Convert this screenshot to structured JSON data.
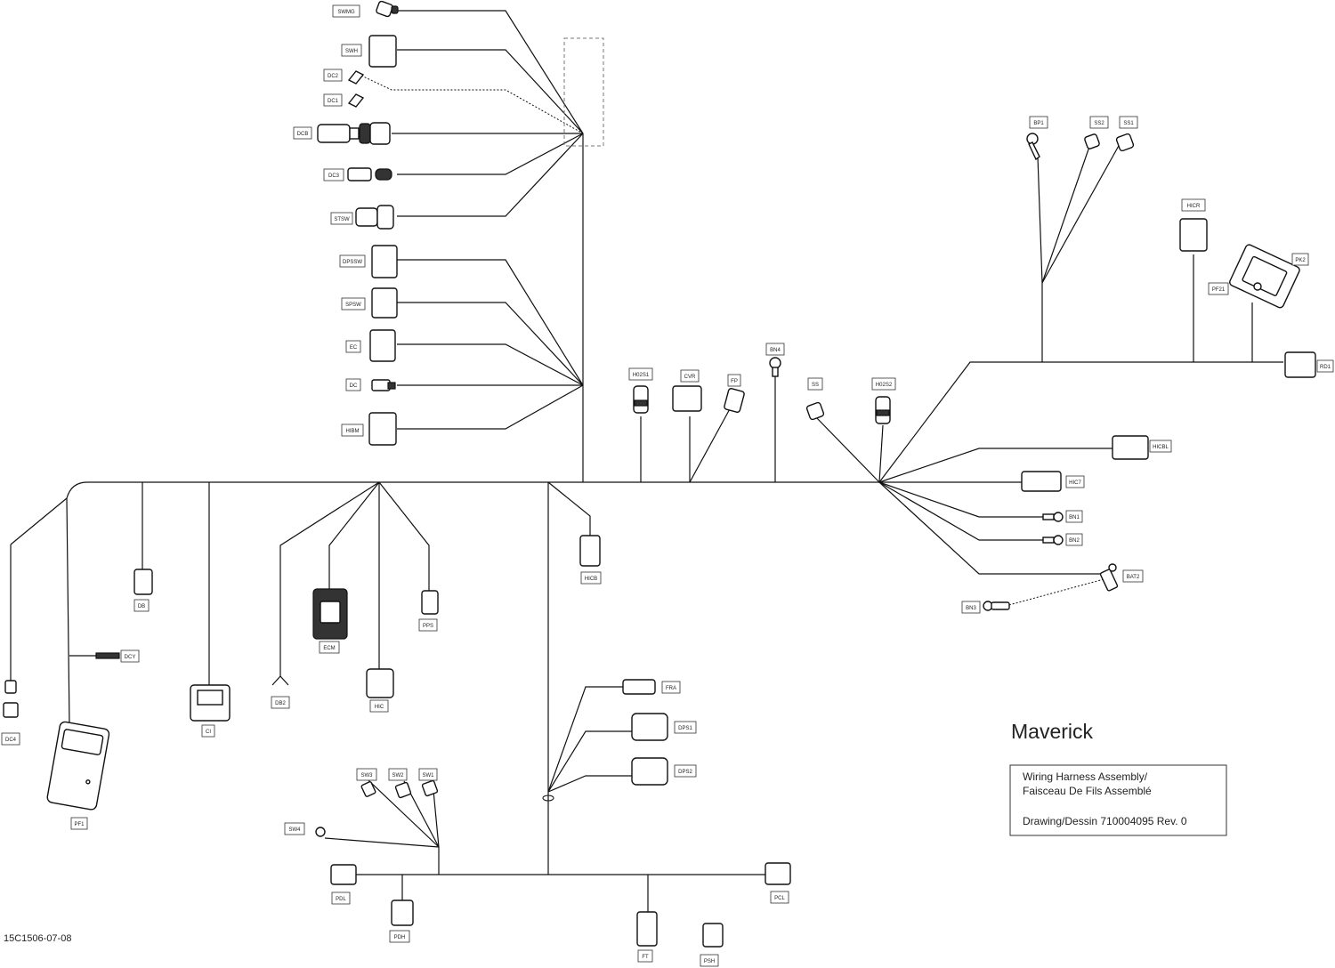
{
  "title": {
    "model": "Maverick",
    "line1": "Wiring Harness Assembly/",
    "line2": "Faisceau De Fils Assemblé",
    "drawing": "Drawing/Dessin 710004095 Rev. 0"
  },
  "figure_code": "15C1506-07-08",
  "connectors": {
    "swmg": "SWMG",
    "swh": "SWH",
    "dc2": "DC2",
    "dc1": "DC1",
    "dcb": "DCB",
    "dc3": "DC3",
    "stsw": "STSW",
    "dpssw": "DPSSW",
    "spsw": "SPSW",
    "ec": "EC",
    "dc": "DC",
    "hibm": "HIBM",
    "db": "DB",
    "dcy": "DCY",
    "dc4": "DC4",
    "pf1": "PF1",
    "ci": "CI",
    "db2": "DB2",
    "ecm": "ECM",
    "hic": "HIC",
    "pps": "PPS",
    "hicb": "HICB",
    "h02s1": "H02S1",
    "cvr": "CVR",
    "fp": "FP",
    "bn4": "BN4",
    "ss": "SS",
    "h02s2": "H02S2",
    "bp1": "BP1",
    "ss2": "SS2",
    "ss1": "SS1",
    "hicr": "HICR",
    "pk2": "PK2",
    "pf21": "PF21",
    "rd1": "RD1",
    "hicbl": "HICBL",
    "hic7": "HIC7",
    "bn1": "BN1",
    "bn2": "BN2",
    "bat2": "BAT2",
    "bn3": "BN3",
    "fra": "FRA",
    "dps1": "DPS1",
    "dps2": "DPS2",
    "sw3": "SW3",
    "sw2": "SW2",
    "sw1": "SW1",
    "sw4": "SW4",
    "pdl": "PDL",
    "pdh": "PDH",
    "ft": "FT",
    "psh": "PSH",
    "pcl": "PCL"
  }
}
